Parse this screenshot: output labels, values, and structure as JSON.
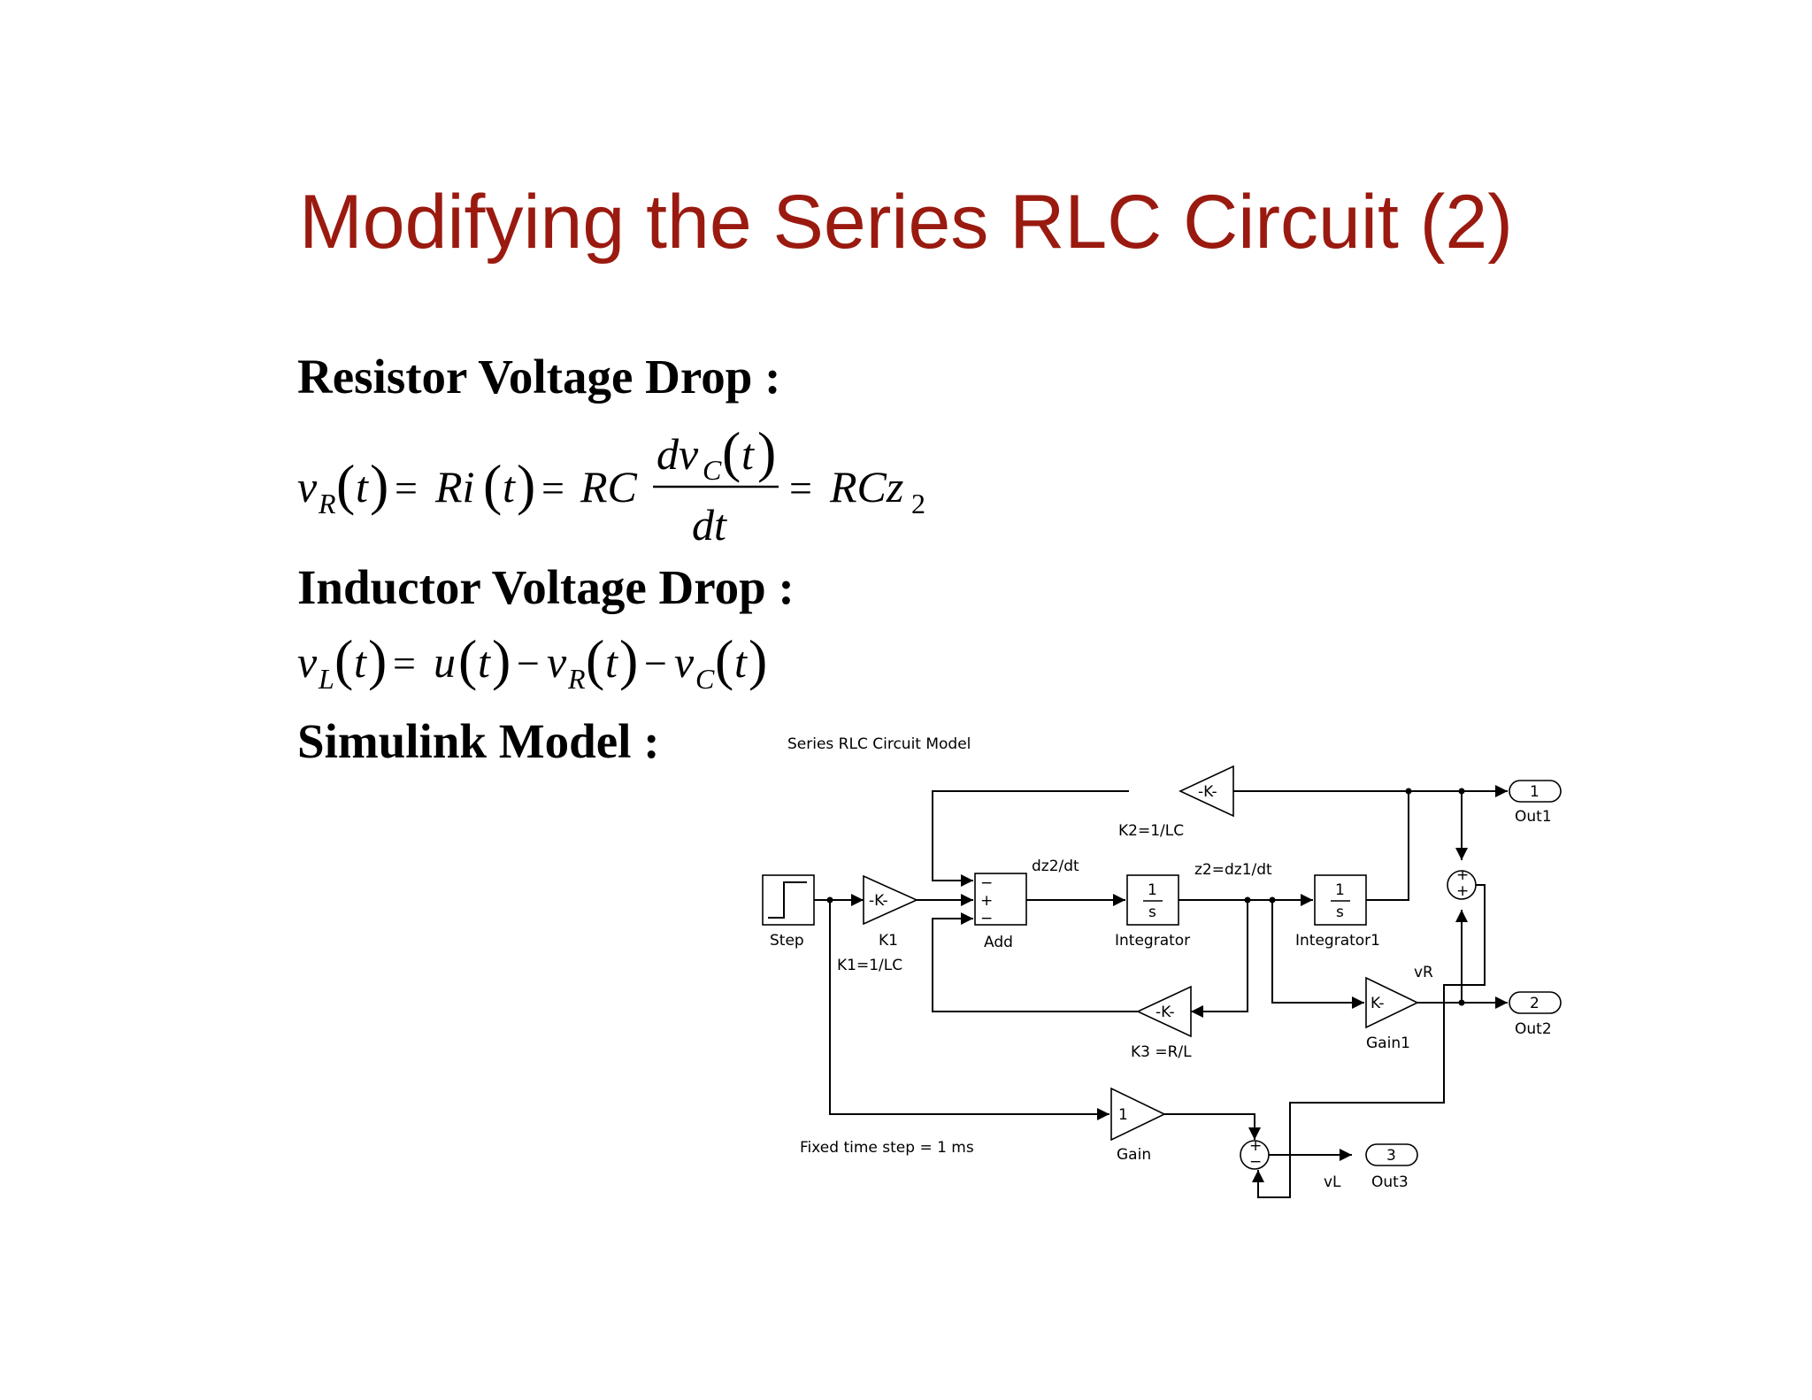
{
  "slide": {
    "title": "Modifying the Series RLC Circuit (2)",
    "headings": {
      "resistor": "Resistor Voltage Drop :",
      "inductor": "Inductor Voltage Drop :",
      "simulink": "Simulink Model :"
    },
    "equations": {
      "resistor": "vR(t) = Ri(t) = RC dvC(t)/dt = RCz2",
      "inductor": "vL(t) = u(t) − vR(t) − vC(t)"
    }
  },
  "model": {
    "title": "Series RLC Circuit Model",
    "note": "Fixed time step = 1 ms",
    "blocks": {
      "step": "Step",
      "k1": "K1",
      "k1_param": "K1=1/LC",
      "k1_gain": "-K-",
      "add": "Add",
      "integrator": "Integrator",
      "integrator1": "Integrator1",
      "integrator_num": "1",
      "integrator_den": "s",
      "k2": "K2=1/LC",
      "k2_gain": "-K-",
      "k3": "K3 =R/L",
      "k3_gain": "-K-",
      "gain1": "Gain1",
      "gain1_gain": "K-",
      "gain": "Gain",
      "gain_value": "1",
      "out1": "Out1",
      "out1_port": "1",
      "out2": "Out2",
      "out2_port": "2",
      "out3": "Out3",
      "out3_port": "3"
    },
    "signals": {
      "dz2": "dz2/dt",
      "z2": "z2=dz1/dt",
      "vr": "vR",
      "vl": "vL"
    },
    "signs": {
      "add": [
        "−",
        "+",
        "−"
      ],
      "sum_top": [
        "+",
        "+"
      ],
      "sum_bottom": [
        "+",
        "−"
      ]
    }
  }
}
